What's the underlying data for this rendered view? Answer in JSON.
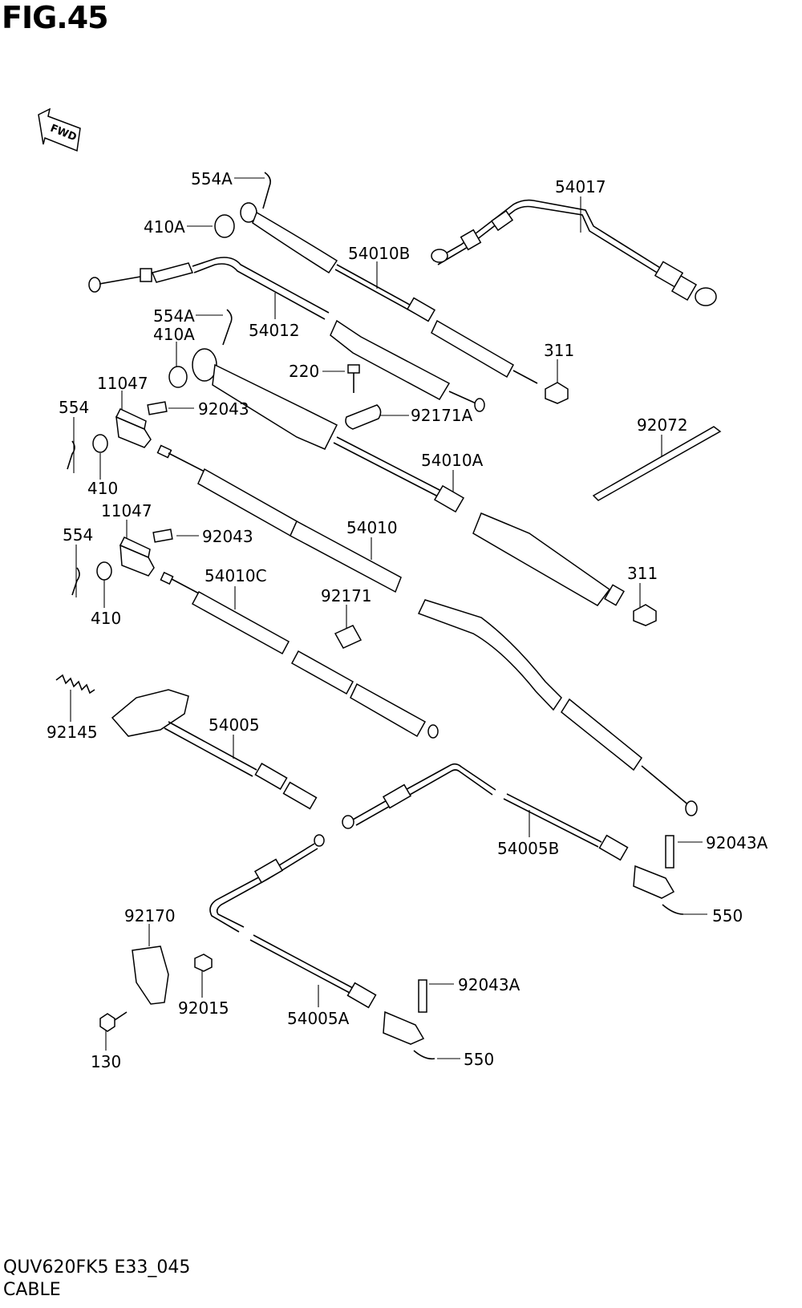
{
  "figure": {
    "title": "FIG.45",
    "model_code": "QUV620FK5 E33_045",
    "section": "CABLE",
    "fwd_label": "FWD"
  },
  "callouts": [
    {
      "id": "c-554A-1",
      "label": "554A"
    },
    {
      "id": "c-410A-1",
      "label": "410A"
    },
    {
      "id": "c-54010B",
      "label": "54010B"
    },
    {
      "id": "c-54017",
      "label": "54017"
    },
    {
      "id": "c-554A-2",
      "label": "554A"
    },
    {
      "id": "c-410A-2",
      "label": "410A"
    },
    {
      "id": "c-54012",
      "label": "54012"
    },
    {
      "id": "c-311-1",
      "label": "311"
    },
    {
      "id": "c-220",
      "label": "220"
    },
    {
      "id": "c-92171A",
      "label": "92171A"
    },
    {
      "id": "c-11047-1",
      "label": "11047"
    },
    {
      "id": "c-554-1",
      "label": "554"
    },
    {
      "id": "c-92043-1",
      "label": "92043"
    },
    {
      "id": "c-92072",
      "label": "92072"
    },
    {
      "id": "c-410-1",
      "label": "410"
    },
    {
      "id": "c-54010A",
      "label": "54010A"
    },
    {
      "id": "c-11047-2",
      "label": "11047"
    },
    {
      "id": "c-92043-2",
      "label": "92043"
    },
    {
      "id": "c-54010",
      "label": "54010"
    },
    {
      "id": "c-554-2",
      "label": "554"
    },
    {
      "id": "c-54010C",
      "label": "54010C"
    },
    {
      "id": "c-311-2",
      "label": "311"
    },
    {
      "id": "c-92171",
      "label": "92171"
    },
    {
      "id": "c-410-2",
      "label": "410"
    },
    {
      "id": "c-92145",
      "label": "92145"
    },
    {
      "id": "c-54005",
      "label": "54005"
    },
    {
      "id": "c-92043A-1",
      "label": "92043A"
    },
    {
      "id": "c-54005B",
      "label": "54005B"
    },
    {
      "id": "c-550-1",
      "label": "550"
    },
    {
      "id": "c-92170",
      "label": "92170"
    },
    {
      "id": "c-92043A-2",
      "label": "92043A"
    },
    {
      "id": "c-92015",
      "label": "92015"
    },
    {
      "id": "c-54005A",
      "label": "54005A"
    },
    {
      "id": "c-550-2",
      "label": "550"
    },
    {
      "id": "c-130",
      "label": "130"
    }
  ]
}
